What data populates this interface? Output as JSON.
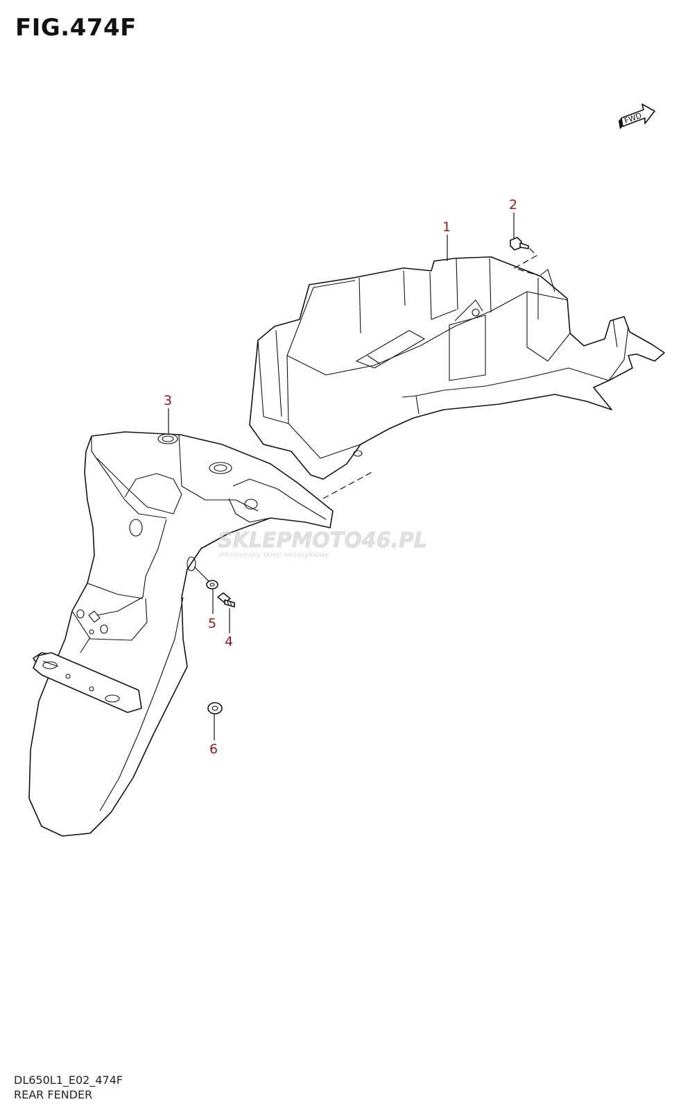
{
  "figure": {
    "title": "FIG.474F",
    "code": "DL650L1_E02_474F",
    "name": "REAR FENDER"
  },
  "direction_marker": "FWD",
  "watermark": {
    "text": "SKLEPMOTO46.PL",
    "subtext": "internetowy sklep motocyklowy"
  },
  "parts": [
    {
      "number": "1",
      "name": "rear-fender-inner"
    },
    {
      "number": "2",
      "name": "bolt"
    },
    {
      "number": "3",
      "name": "rear-fender"
    },
    {
      "number": "4",
      "name": "screw"
    },
    {
      "number": "5",
      "name": "washer"
    },
    {
      "number": "6",
      "name": "washer"
    }
  ],
  "colors": {
    "part_number": "#8b1a1a",
    "lines": "#111111"
  }
}
